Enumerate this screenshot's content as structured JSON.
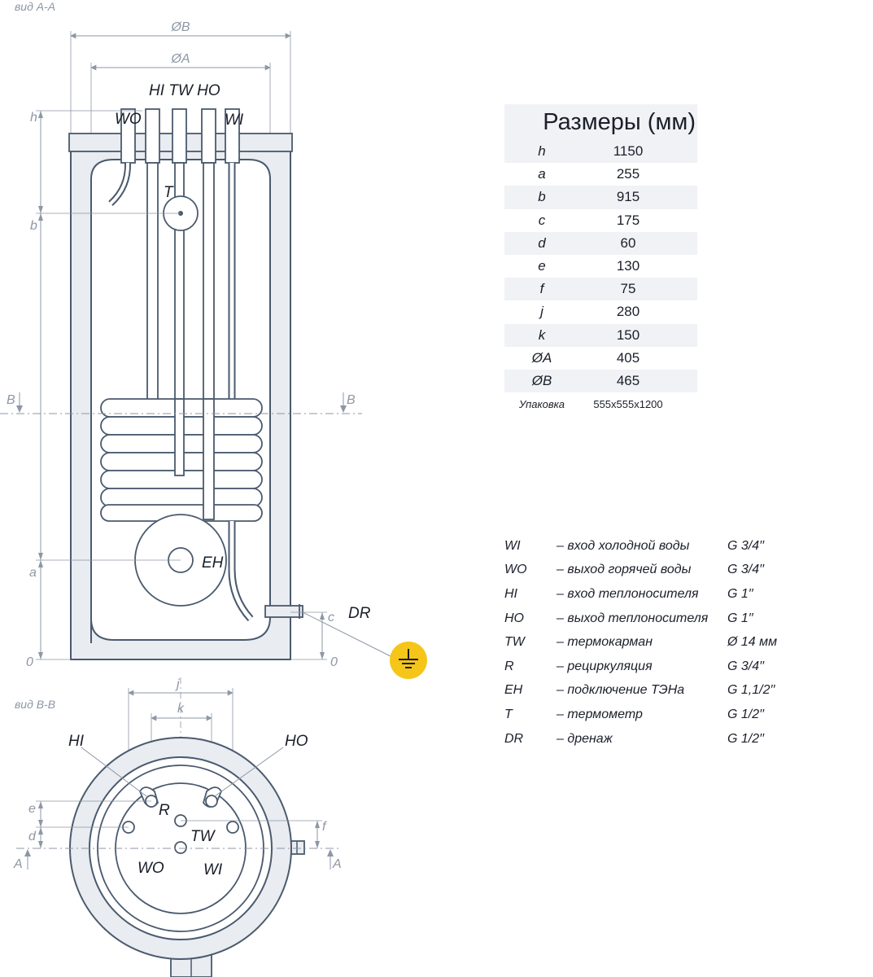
{
  "views": {
    "section_aa": "вид А-А",
    "section_bb": "вид В-В"
  },
  "dims": {
    "diam_b": "ØB",
    "diam_a": "ØA",
    "h": "h",
    "b": "b",
    "a": "a",
    "zero_left": "0",
    "zero_right": "0",
    "c": "c",
    "j": "j",
    "k": "k",
    "e": "e",
    "d": "d",
    "f": "f",
    "cut_b_left": "B",
    "cut_b_right": "B",
    "cut_a_left": "A",
    "cut_a_right": "A"
  },
  "labels_aa": {
    "top_connections": "HI TW HO",
    "wo": "WO",
    "wi": "WI",
    "t": "T",
    "eh": "EH",
    "dr": "DR"
  },
  "labels_bb": {
    "hi": "HI",
    "ho": "HO",
    "r": "R",
    "tw": "TW",
    "wo": "WO",
    "wi": "WI"
  },
  "table": {
    "title": "Размеры (мм)",
    "rows": [
      {
        "key": "h",
        "value": "1150"
      },
      {
        "key": "a",
        "value": "255"
      },
      {
        "key": "b",
        "value": "915"
      },
      {
        "key": "c",
        "value": "175"
      },
      {
        "key": "d",
        "value": "60"
      },
      {
        "key": "e",
        "value": "130"
      },
      {
        "key": "f",
        "value": "75"
      },
      {
        "key": "j",
        "value": "280"
      },
      {
        "key": "k",
        "value": "150"
      },
      {
        "key": "ØA",
        "value": "405"
      },
      {
        "key": "ØB",
        "value": "465"
      },
      {
        "key": "Упаковка",
        "value": "555x555x1200"
      }
    ]
  },
  "legend": [
    {
      "code": "WI",
      "desc": "– вход холодной воды",
      "size": "G 3/4′′"
    },
    {
      "code": "WO",
      "desc": "– выход горячей воды",
      "size": "G 3/4′′"
    },
    {
      "code": "HI",
      "desc": "– вход теплоносителя",
      "size": "G 1′′"
    },
    {
      "code": "HO",
      "desc": "– выход теплоносителя",
      "size": "G 1′′"
    },
    {
      "code": "TW",
      "desc": "– термокарман",
      "size": "Ø 14 мм"
    },
    {
      "code": "R",
      "desc": "– рециркуляция",
      "size": "G 3/4′′"
    },
    {
      "code": "EH",
      "desc": "– подключение ТЭНа",
      "size": "G 1,1/2′′"
    },
    {
      "code": "T",
      "desc": "– термометр",
      "size": "G 1/2′′"
    },
    {
      "code": "DR",
      "desc": "– дренаж",
      "size": "G 1/2′′"
    }
  ],
  "colors": {
    "outline": "#4a5a6e",
    "fill_light": "#e9ecf0",
    "dim_line": "#8d97a5",
    "ground_badge": "#f5c518"
  },
  "icons": {
    "ground": "ground-icon"
  }
}
